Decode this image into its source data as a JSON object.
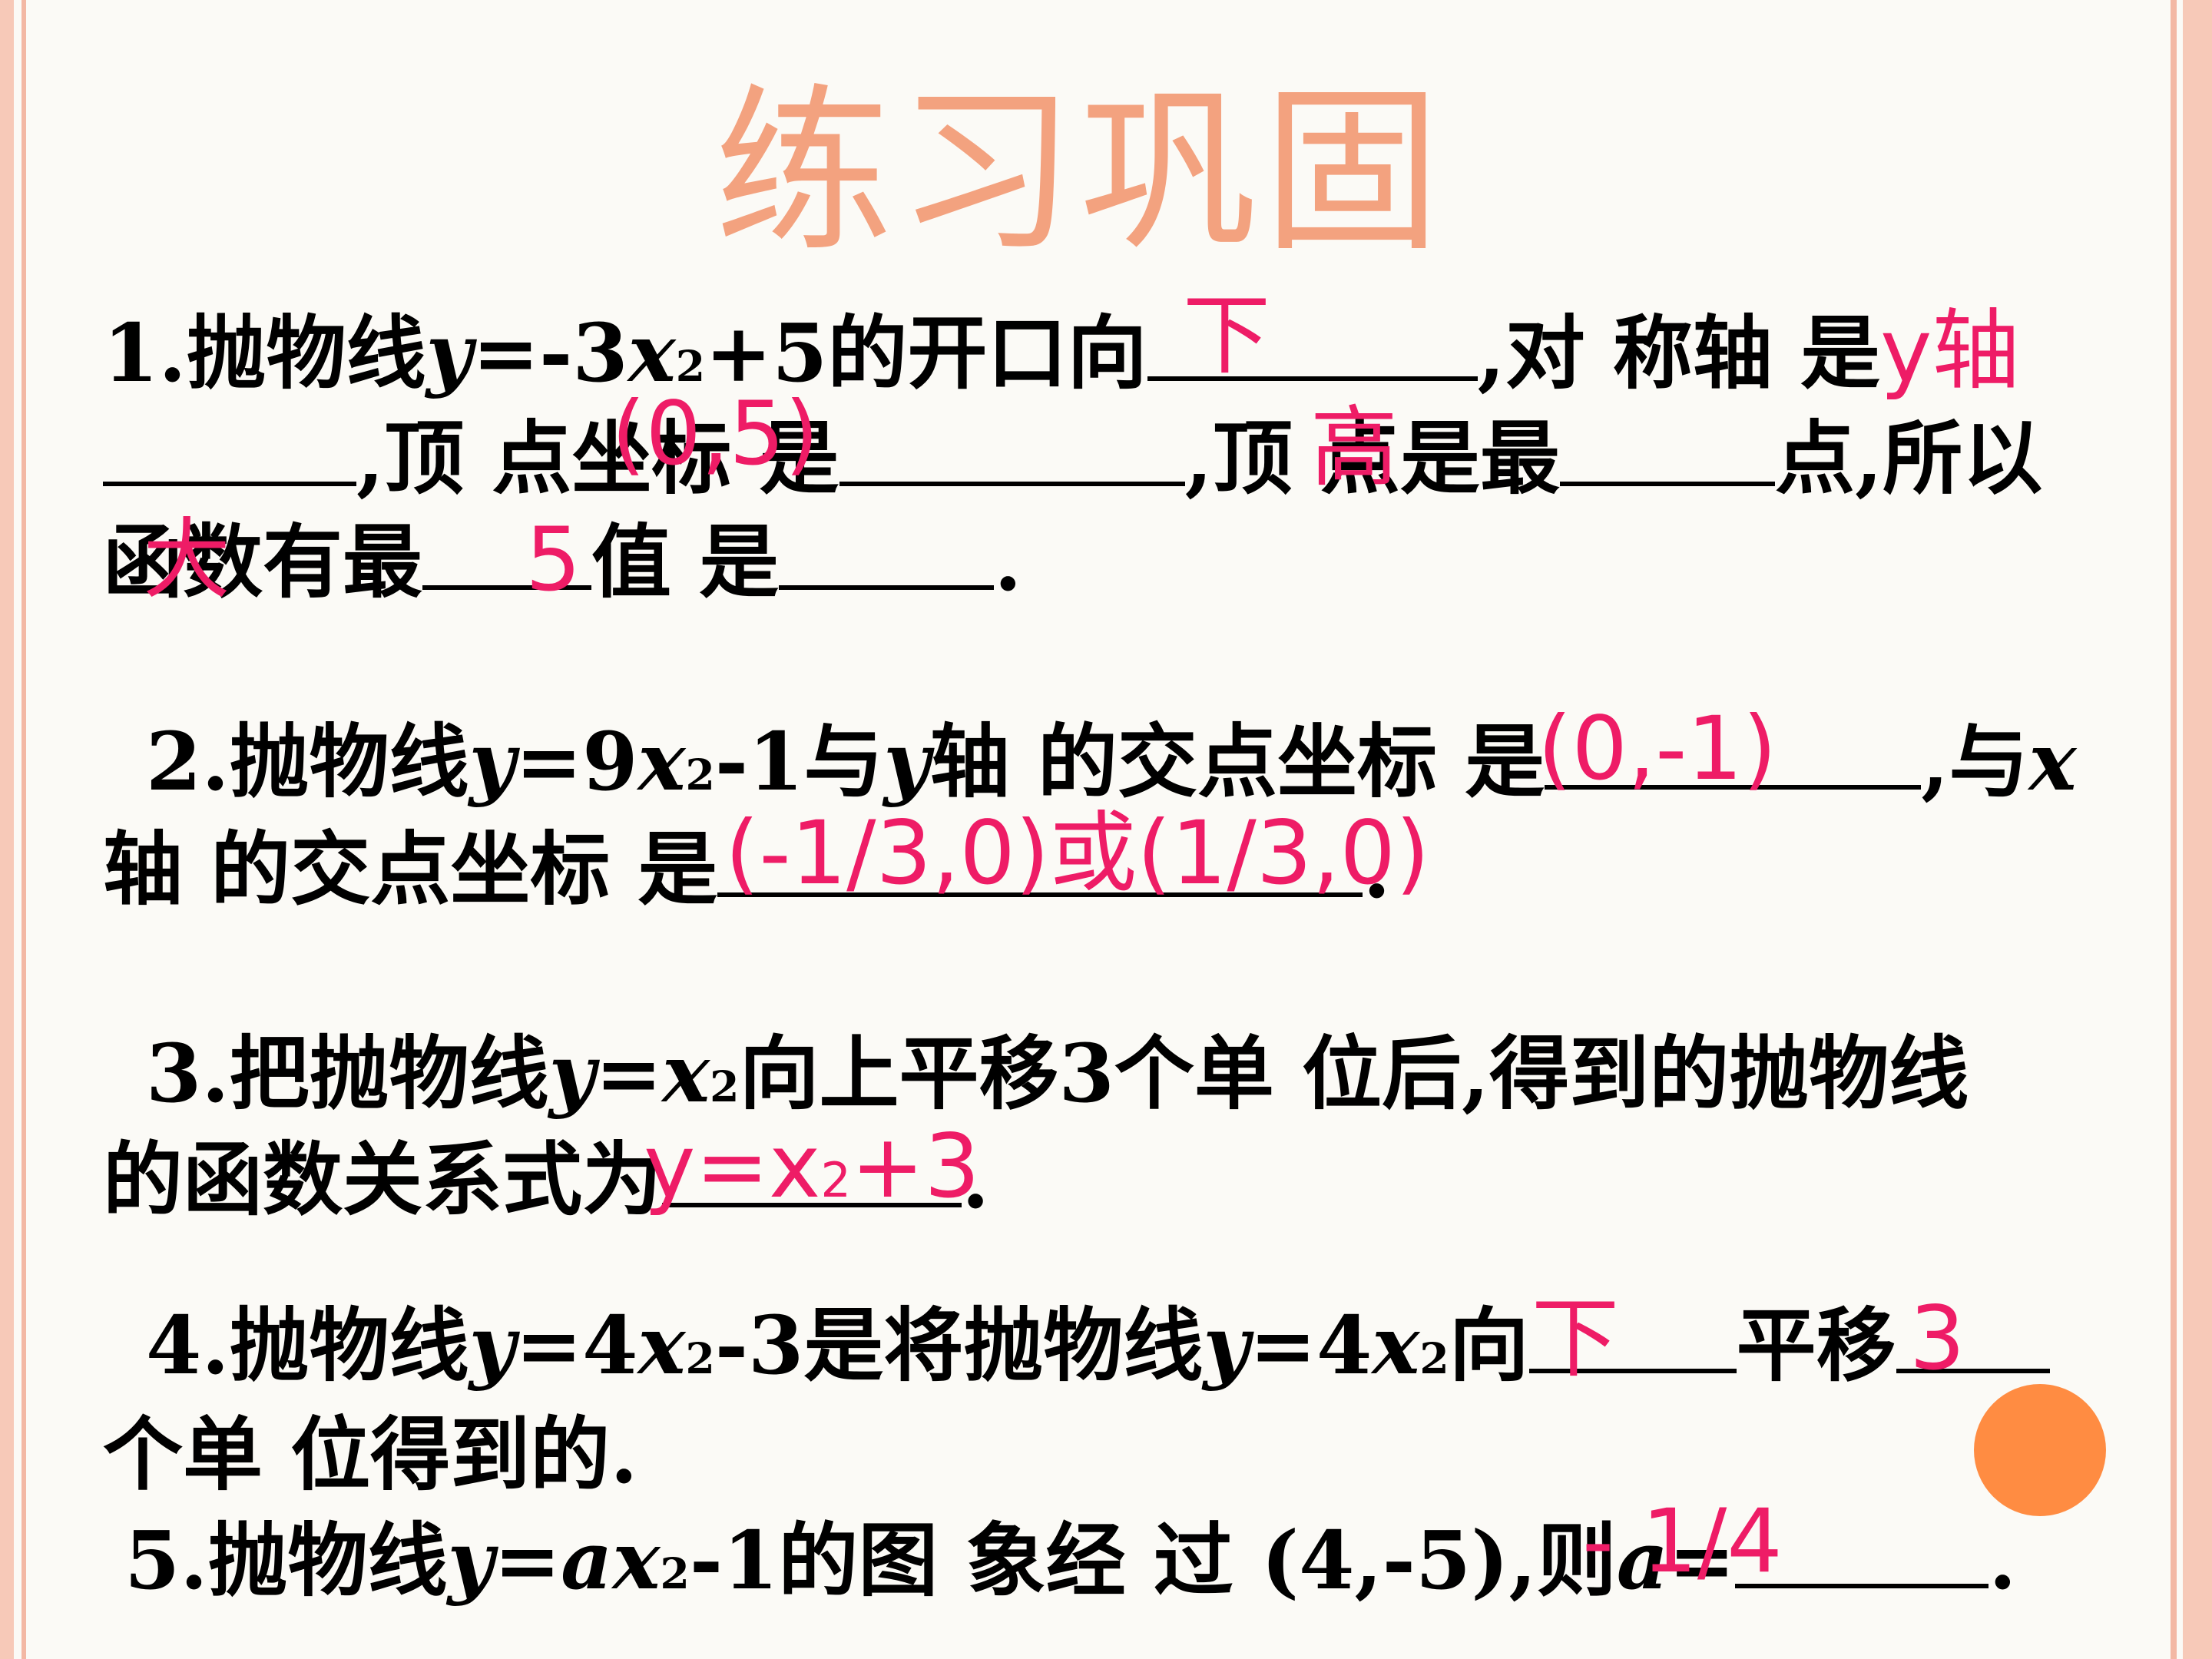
{
  "title": "练习巩固",
  "questions": [
    {
      "id": "q1",
      "line1": {
        "a": "1.抛物线",
        "b": "y",
        "c": "=-3",
        "d": "x",
        "e": "2",
        "f": "+5的开口向",
        "g": ",对 称轴 是"
      },
      "line2": {
        "a": ",顶 点坐标 是",
        "b": ",顶 点是最",
        "c": "点,所以"
      },
      "line3": {
        "a": "函数有最",
        "b": "值 是",
        "c": "."
      }
    },
    {
      "id": "q2",
      "line1": {
        "a": "2.抛物线",
        "b": "y",
        "c": "=9",
        "d": "x",
        "e": "2",
        "f": "-1与",
        "g": "y",
        "h": "轴 的交点坐标 是",
        "i": ",与",
        "j": "x"
      },
      "line2": {
        "a": "轴 的交点坐标 是",
        "b": "."
      }
    },
    {
      "id": "q3",
      "line1": {
        "a": "3.把抛物线",
        "b": "y",
        "c": "=",
        "d": "x",
        "e": "2",
        "f": "向上平移3个单 位后,得到的抛物线"
      },
      "line2": {
        "a": "的函数关系式为",
        "b": "."
      }
    },
    {
      "id": "q4",
      "line1": {
        "a": "4.抛物线",
        "b": "y",
        "c": "=4",
        "d": "x",
        "e": "2",
        "f": "-3是将抛物线",
        "g": "y",
        "h": "=4",
        "i": "x",
        "j": "2",
        "k": "向",
        "l": "平移"
      },
      "line2": {
        "a": "个单 位得到的."
      }
    },
    {
      "id": "q5",
      "line1": {
        "a": "5.抛物线",
        "b": "y",
        "c": "=",
        "d": "ax",
        "e": "2",
        "f": "-1的图 象经 过 (4,-5),则",
        "g": "a",
        "h": "=",
        "i": "."
      }
    }
  ],
  "answers": {
    "q1_direction": "下",
    "q1_axis": "y轴",
    "q1_vertex": "(0,5)",
    "q1_high_low": "高",
    "q1_max_min": "大",
    "q1_value": "5",
    "q2_y_intersection": "(0,-1)",
    "q2_x_intersection": "(-1/3,0)或(1/3,0)",
    "q3_function_base": "y=x",
    "q3_function_exp": "2",
    "q3_function_tail": "+3",
    "q4_direction": "下",
    "q4_units": "3",
    "q5_a": "- 1/4"
  },
  "colors": {
    "answer": "#ee1c66",
    "title": "#f3a27f",
    "border": "#f7c9b8",
    "circle": "#ff8c42"
  }
}
